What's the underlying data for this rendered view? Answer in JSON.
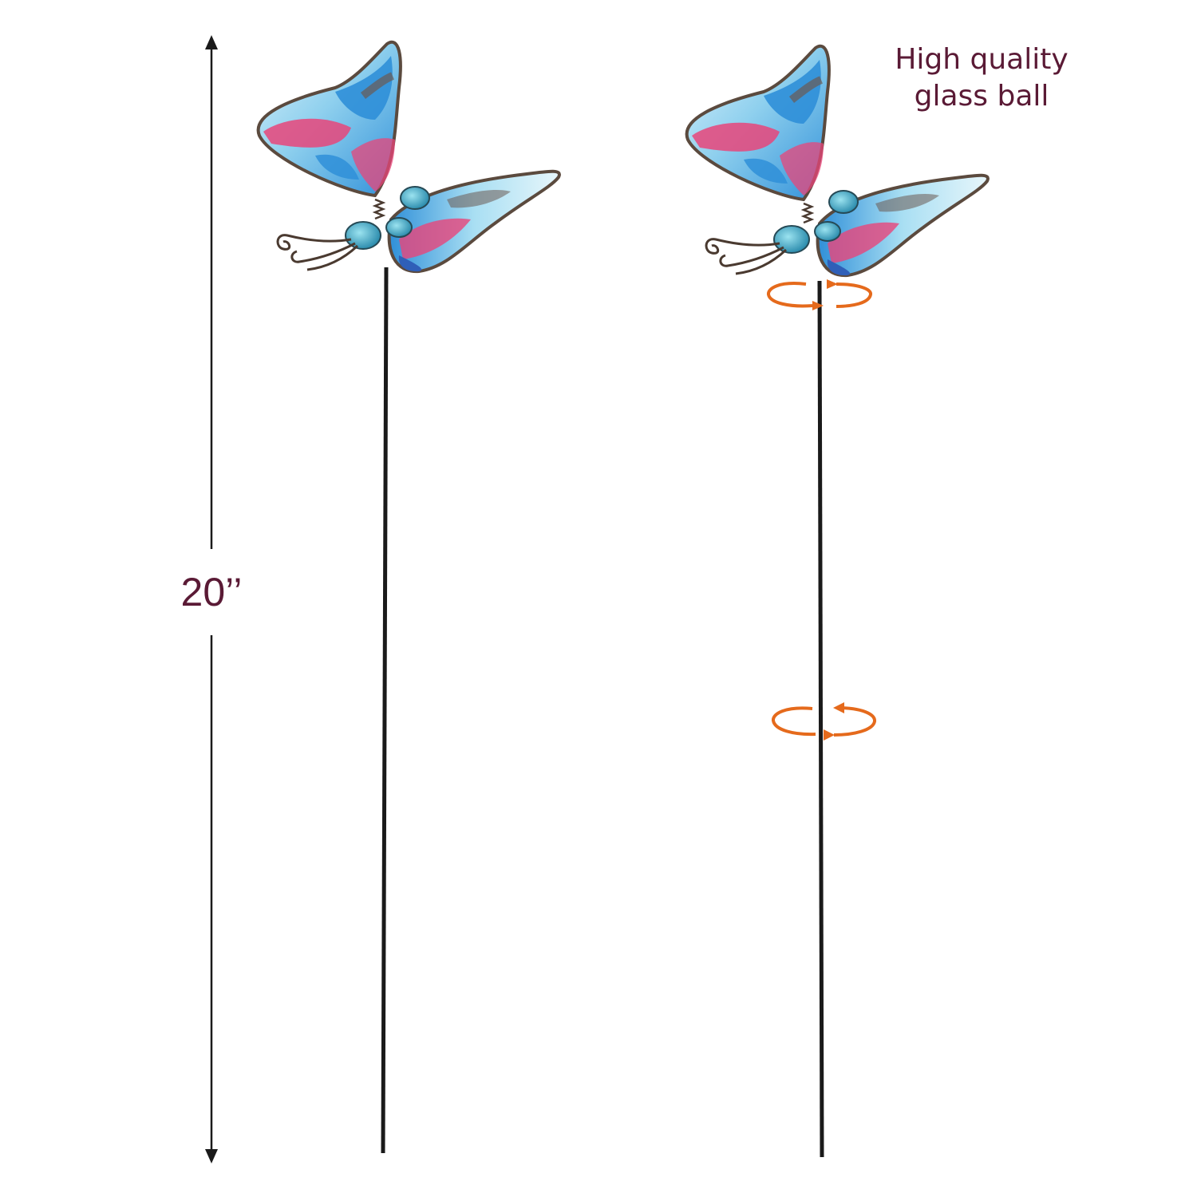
{
  "dimension": {
    "label": "20’’"
  },
  "feature": {
    "line1": "High quality",
    "line2": "glass ball"
  },
  "colors": {
    "label_text": "#5a1a35",
    "rotation_arrow": "#e56a1c",
    "stake": "#1a1a1a",
    "wing_blue": "#2f8fd8",
    "wing_light": "#bfe6f5",
    "wing_pink": "#e8457a",
    "wing_brown": "#6b5a52"
  },
  "icons": {
    "dimension_arrow": "vertical-double-arrow-icon",
    "rotation": "rotate-arrows-icon"
  }
}
